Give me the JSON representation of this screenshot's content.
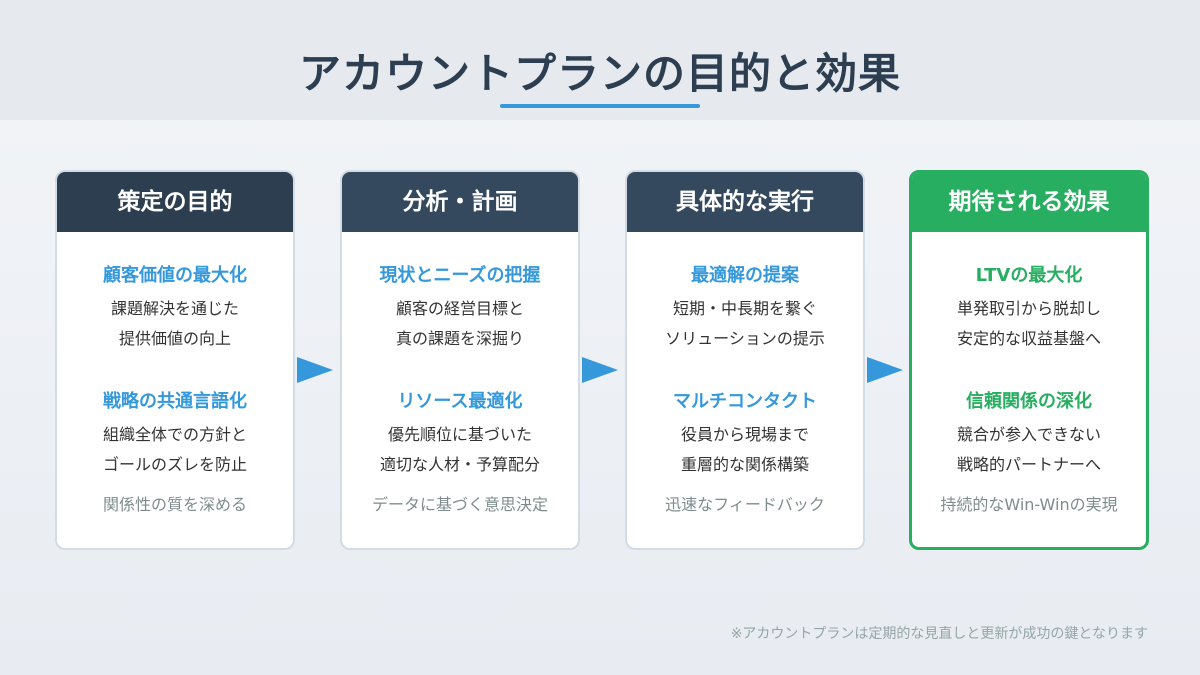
{
  "title": "アカウントプランの目的と効果",
  "colors": {
    "header_dark": "#2c3e50",
    "header_mid": "#34495e",
    "accent_blue": "#3498db",
    "accent_green": "#27ae60"
  },
  "cards": [
    {
      "header": "策定の目的",
      "sections": [
        {
          "title": "顧客価値の最大化",
          "lines": [
            "課題解決を通じた",
            "提供価値の向上"
          ]
        },
        {
          "title": "戦略の共通言語化",
          "lines": [
            "組織全体での方針と",
            "ゴールのズレを防止"
          ]
        }
      ],
      "note": "関係性の質を深める"
    },
    {
      "header": "分析・計画",
      "sections": [
        {
          "title": "現状とニーズの把握",
          "lines": [
            "顧客の経営目標と",
            "真の課題を深掘り"
          ]
        },
        {
          "title": "リソース最適化",
          "lines": [
            "優先順位に基づいた",
            "適切な人材・予算配分"
          ]
        }
      ],
      "note": "データに基づく意思決定"
    },
    {
      "header": "具体的な実行",
      "sections": [
        {
          "title": "最適解の提案",
          "lines": [
            "短期・中長期を繋ぐ",
            "ソリューションの提示"
          ]
        },
        {
          "title": "マルチコンタクト",
          "lines": [
            "役員から現場まで",
            "重層的な関係構築"
          ]
        }
      ],
      "note": "迅速なフィードバック"
    },
    {
      "header": "期待される効果",
      "sections": [
        {
          "title": "LTVの最大化",
          "lines": [
            "単発取引から脱却し",
            "安定的な収益基盤へ"
          ]
        },
        {
          "title": "信頼関係の深化",
          "lines": [
            "競合が参入できない",
            "戦略的パートナーへ"
          ]
        }
      ],
      "note": "持続的なWin-Winの実現"
    }
  ],
  "footnote": "※アカウントプランは定期的な見直しと更新が成功の鍵となります"
}
